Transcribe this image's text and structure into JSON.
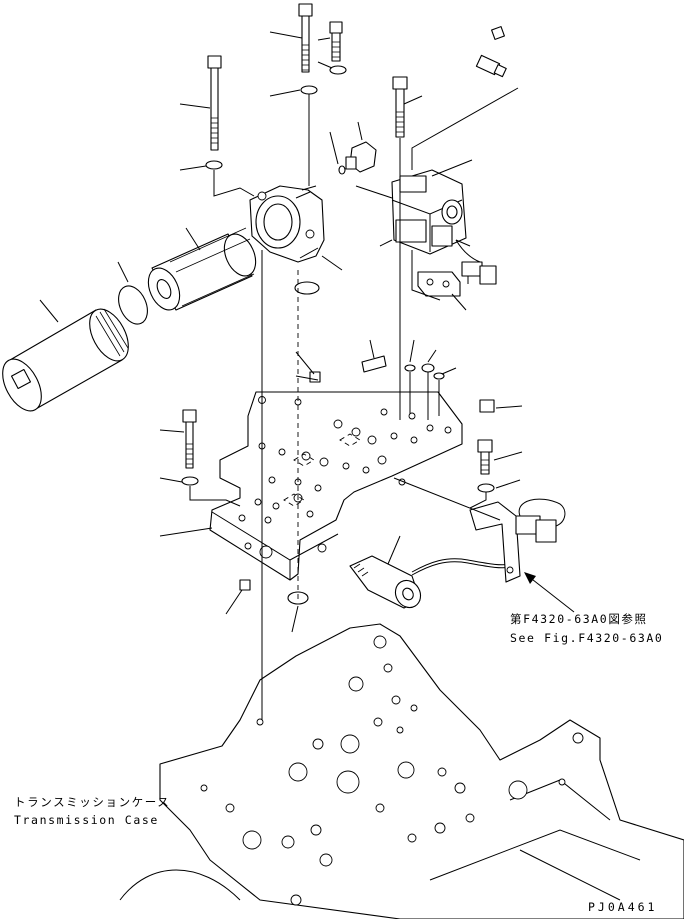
{
  "refs": {
    "see_fig_ja": "第F4320-63A0図参照",
    "see_fig_en": "See Fig.F4320-63A0"
  },
  "case_label": {
    "ja": "トランスミッションケース",
    "en": "Transmission Case"
  },
  "drawing_code": "PJ0A461"
}
